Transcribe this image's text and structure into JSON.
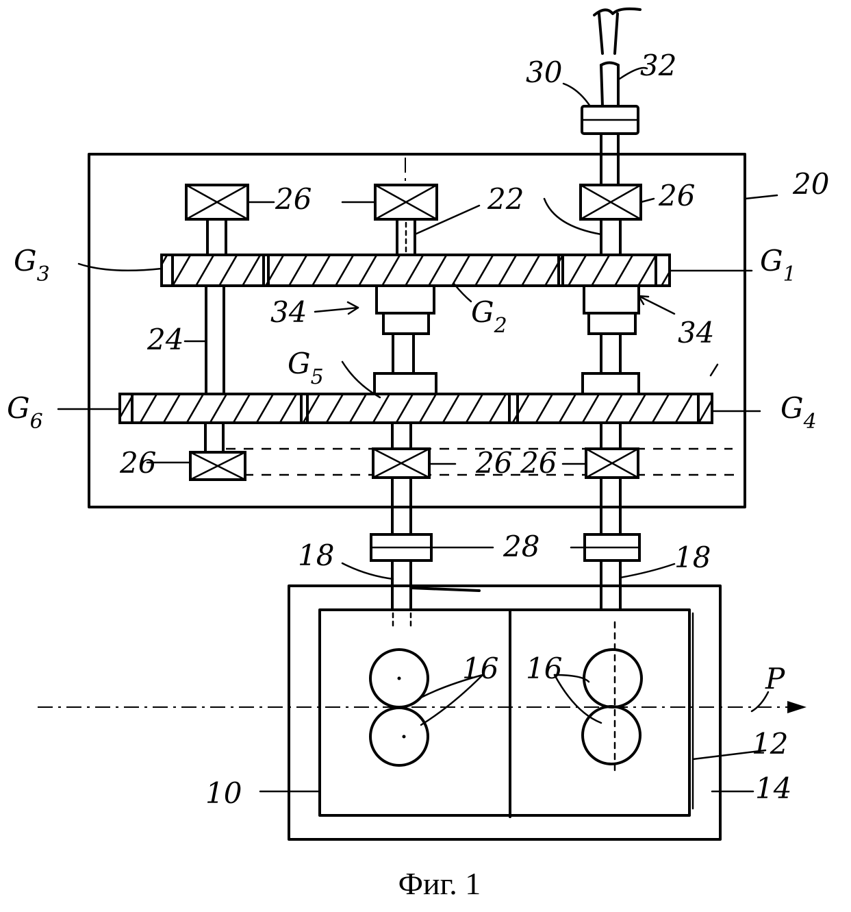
{
  "caption": "Фиг. 1",
  "labels": {
    "l30": "30",
    "l32": "32",
    "l20": "20",
    "l26a": "26",
    "l26b": "26",
    "l26c": "26",
    "l26d": "26",
    "l26e": "26",
    "l22": "22",
    "g1": "G",
    "g1s": "1",
    "g3": "G",
    "g3s": "3",
    "g2": "G",
    "g2s": "2",
    "l34a": "34",
    "l34b": "34",
    "l24": "24",
    "g5": "G",
    "g5s": "5",
    "g6": "G",
    "g6s": "6",
    "g4": "G",
    "g4s": "4",
    "l28": "28",
    "l18a": "18",
    "l18b": "18",
    "l16a": "16",
    "l16b": "16",
    "lp": "P",
    "l10": "10",
    "l12": "12",
    "l14": "14"
  }
}
